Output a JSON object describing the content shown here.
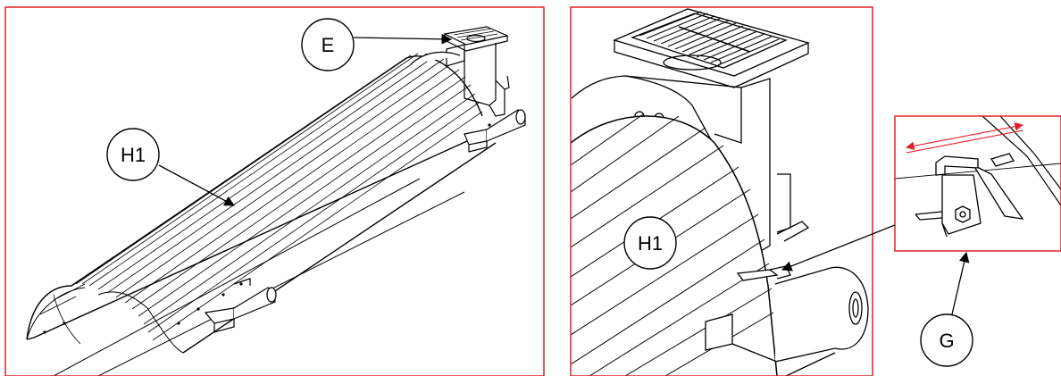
{
  "figure": {
    "frame_color": "#e0202a",
    "ink_color": "#000000",
    "panels": [
      {
        "id": "overview"
      },
      {
        "id": "detail"
      },
      {
        "id": "inset"
      }
    ],
    "callouts": {
      "e_overview": "E",
      "h1_overview": "H1",
      "h1_detail": "H1",
      "g_inset": "G"
    },
    "inset_arrow_color": "#e0202a"
  }
}
